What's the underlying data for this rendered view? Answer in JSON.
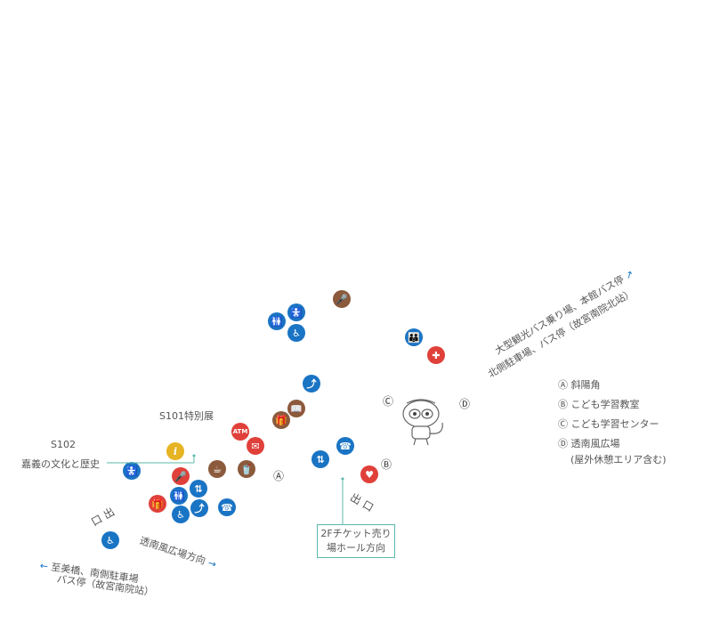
{
  "map": {
    "gallery_s101": "S101特別展",
    "gallery_s102_code": "S102",
    "gallery_s102_name": "嘉義の文化と歴史",
    "exit_entrance_left": "口 出",
    "exit_right": "出 口",
    "direction_bottom": "透南風広場方向",
    "direction_bottom_arrow": "→",
    "direction_left_arrow": "←",
    "direction_left_line1": "至美橋、南側駐車場",
    "direction_left_line2": "バス停（故宮南院站）",
    "direction_topright_line1": "大型観光バス乗り場、本館バス停",
    "direction_topright_line2": "北側駐車場、バス停（故宮南院北站）",
    "direction_topright_arrow": "↗",
    "ticket_box_line1": "2Fチケット売り",
    "ticket_box_line2": "場ホール方向",
    "markers": {
      "a": "Ⓐ",
      "b": "Ⓑ",
      "c": "Ⓒ",
      "d": "Ⓓ"
    }
  },
  "legend": {
    "items": [
      {
        "mark": "Ⓐ",
        "label": "斜陽角"
      },
      {
        "mark": "Ⓑ",
        "label": "こども学習教室"
      },
      {
        "mark": "Ⓒ",
        "label": "こども学習センター"
      },
      {
        "mark": "Ⓓ",
        "label": "透南風広場"
      }
    ],
    "note": "(屋外休憩エリア含む)"
  },
  "icons": [
    {
      "name": "audio-guide-icon",
      "color": "brown",
      "glyph": "🎤"
    },
    {
      "name": "restroom-icon",
      "color": "blue",
      "glyph": "🚻"
    },
    {
      "name": "family-restroom-icon",
      "color": "blue",
      "glyph": "👪"
    },
    {
      "name": "accessible-restroom-icon",
      "color": "blue",
      "glyph": "♿"
    },
    {
      "name": "nursing-room-icon",
      "color": "blue",
      "glyph": "🚼"
    },
    {
      "name": "first-aid-icon",
      "color": "red",
      "glyph": "✚"
    },
    {
      "name": "escalator-icon",
      "color": "blue",
      "glyph": "⤴"
    },
    {
      "name": "library-icon",
      "color": "brown",
      "glyph": "📖"
    },
    {
      "name": "gift-shop-icon",
      "color": "brown",
      "glyph": "🎁"
    },
    {
      "name": "atm-icon",
      "color": "red",
      "glyph": "ATM"
    },
    {
      "name": "post-icon",
      "color": "red",
      "glyph": "✉"
    },
    {
      "name": "cafe-icon",
      "color": "brown",
      "glyph": "☕"
    },
    {
      "name": "drinking-water-icon",
      "color": "brown",
      "glyph": "🥤"
    },
    {
      "name": "information-icon",
      "color": "yellow",
      "glyph": "i"
    },
    {
      "name": "elevator-icon",
      "color": "blue",
      "glyph": "⇅"
    },
    {
      "name": "phone-icon",
      "color": "blue",
      "glyph": "☎"
    },
    {
      "name": "aed-icon",
      "color": "red",
      "glyph": "♥"
    },
    {
      "name": "locker-icon",
      "color": "red",
      "glyph": "▣"
    }
  ],
  "colors": {
    "facility_blue": "#1a74c4",
    "service_brown": "#8b5a3c",
    "service_red": "#e0403a",
    "info_yellow": "#e6b422",
    "leader_line": "#5bb8aa"
  }
}
